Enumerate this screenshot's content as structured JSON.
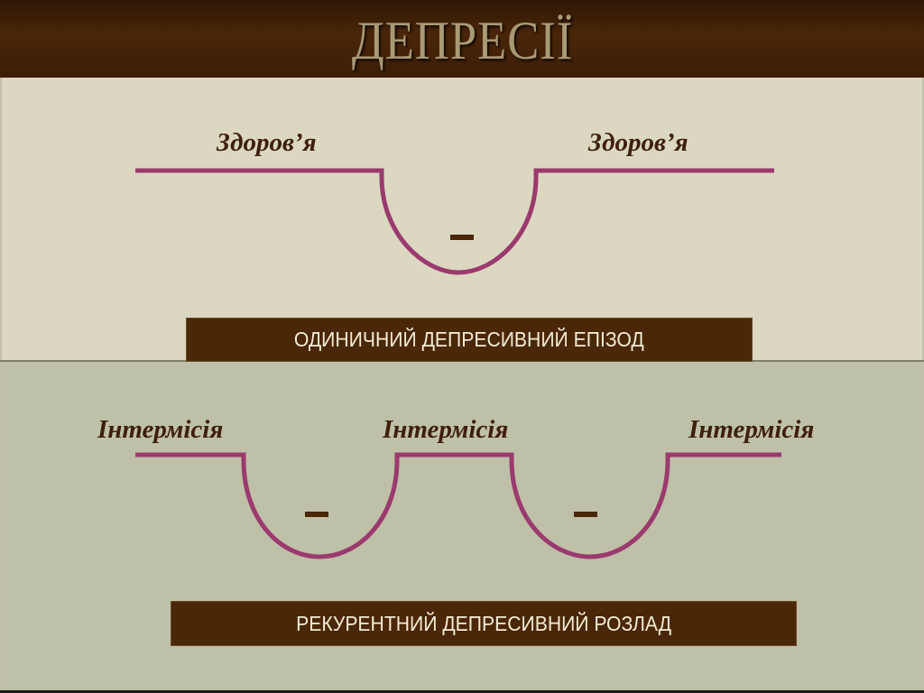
{
  "header": {
    "title": "ДЕПРЕСІЇ"
  },
  "colors": {
    "header_bg": "#3b1d07",
    "title_text": "#a89a74",
    "top_panel_bg": "#dcd7c1",
    "bottom_panel_bg": "#bfc0a8",
    "curve_stroke": "#9a3a6e",
    "label_text": "#3e200a",
    "banner_bg": "#4a2706",
    "banner_text": "#f3ecd6"
  },
  "single_episode": {
    "left_label": "Здоров’я",
    "right_label": "Здоров’я",
    "dip_symbol": "–",
    "banner": "ОДИНИЧНИЙ ДЕПРЕСИВНИЙ ЕПІЗОД"
  },
  "recurrent_disorder": {
    "labels": [
      "Інтермісія",
      "Інтермісія",
      "Інтермісія"
    ],
    "dip_symbols": [
      "–",
      "–"
    ],
    "banner": "РЕКУРЕНТНИЙ ДЕПРЕСИВНИЙ РОЗЛАД"
  }
}
